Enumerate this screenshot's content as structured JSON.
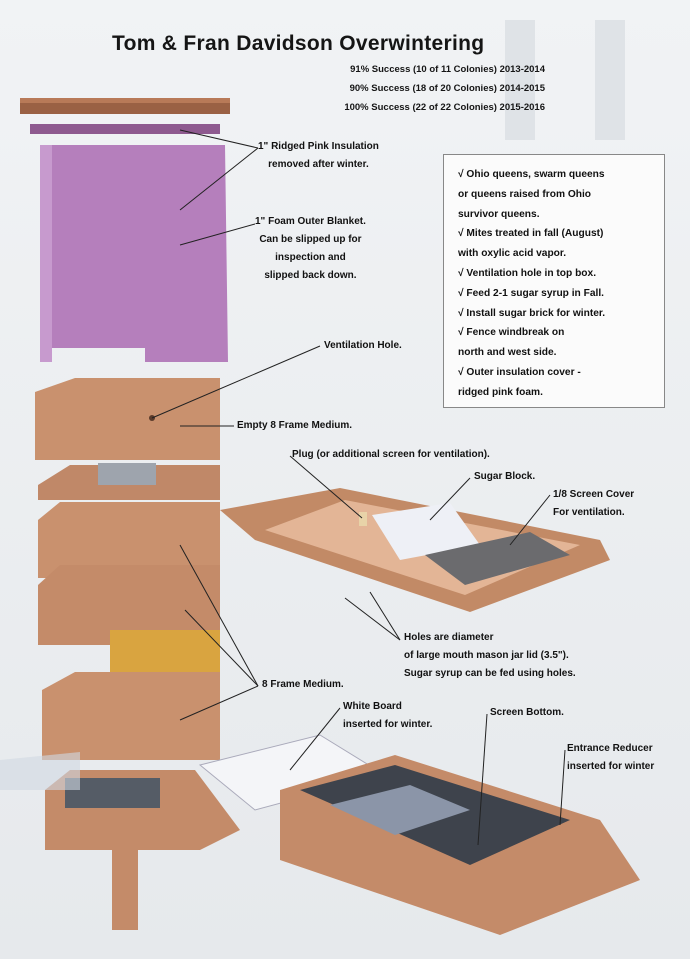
{
  "title": "Tom & Fran Davidson Overwintering",
  "success": [
    "91% Success (10 of 11 Colonies) 2013-2014",
    "90% Success (18 of 20 Colonies) 2014-2015",
    "100% Success (22 of 22 Colonies) 2015-2016"
  ],
  "checklist": [
    "√ Ohio queens, swarm queens",
    "or queens raised from Ohio",
    "survivor queens.",
    "√ Mites treated in fall (August)",
    "with oxylic acid vapor.",
    "√ Ventilation hole in top box.",
    "√ Feed 2-1 sugar syrup in Fall.",
    "√ Install sugar brick for winter.",
    "√ Fence windbreak on",
    "north and west side.",
    "√ Outer insulation cover -",
    "ridged pink foam."
  ],
  "labels": {
    "pink_insulation": [
      "1\" Ridged Pink Insulation",
      "removed after winter."
    ],
    "foam_blanket": [
      "1\" Foam Outer Blanket.",
      "Can be slipped up for",
      "inspection and",
      "slipped back down."
    ],
    "vent_hole": "Ventilation Hole.",
    "empty_medium": "Empty 8 Frame Medium.",
    "plug": "Plug (or additional screen for ventilation).",
    "sugar_block": "Sugar Block.",
    "screen_cover": [
      "1/8 Screen Cover",
      "For ventilation."
    ],
    "holes": [
      "Holes are diameter",
      "of large mouth mason jar lid (3.5\").",
      "Sugar syrup can be fed using holes."
    ],
    "frame_medium": "8 Frame Medium.",
    "white_board": [
      "White Board",
      "inserted for winter."
    ],
    "screen_bottom": "Screen Bottom.",
    "entrance_reducer": [
      "Entrance Reducer",
      "inserted for winter"
    ]
  },
  "colors": {
    "wood": "#c98f6c",
    "pink": "#b97dbb",
    "foam": "#eef0f6"
  }
}
